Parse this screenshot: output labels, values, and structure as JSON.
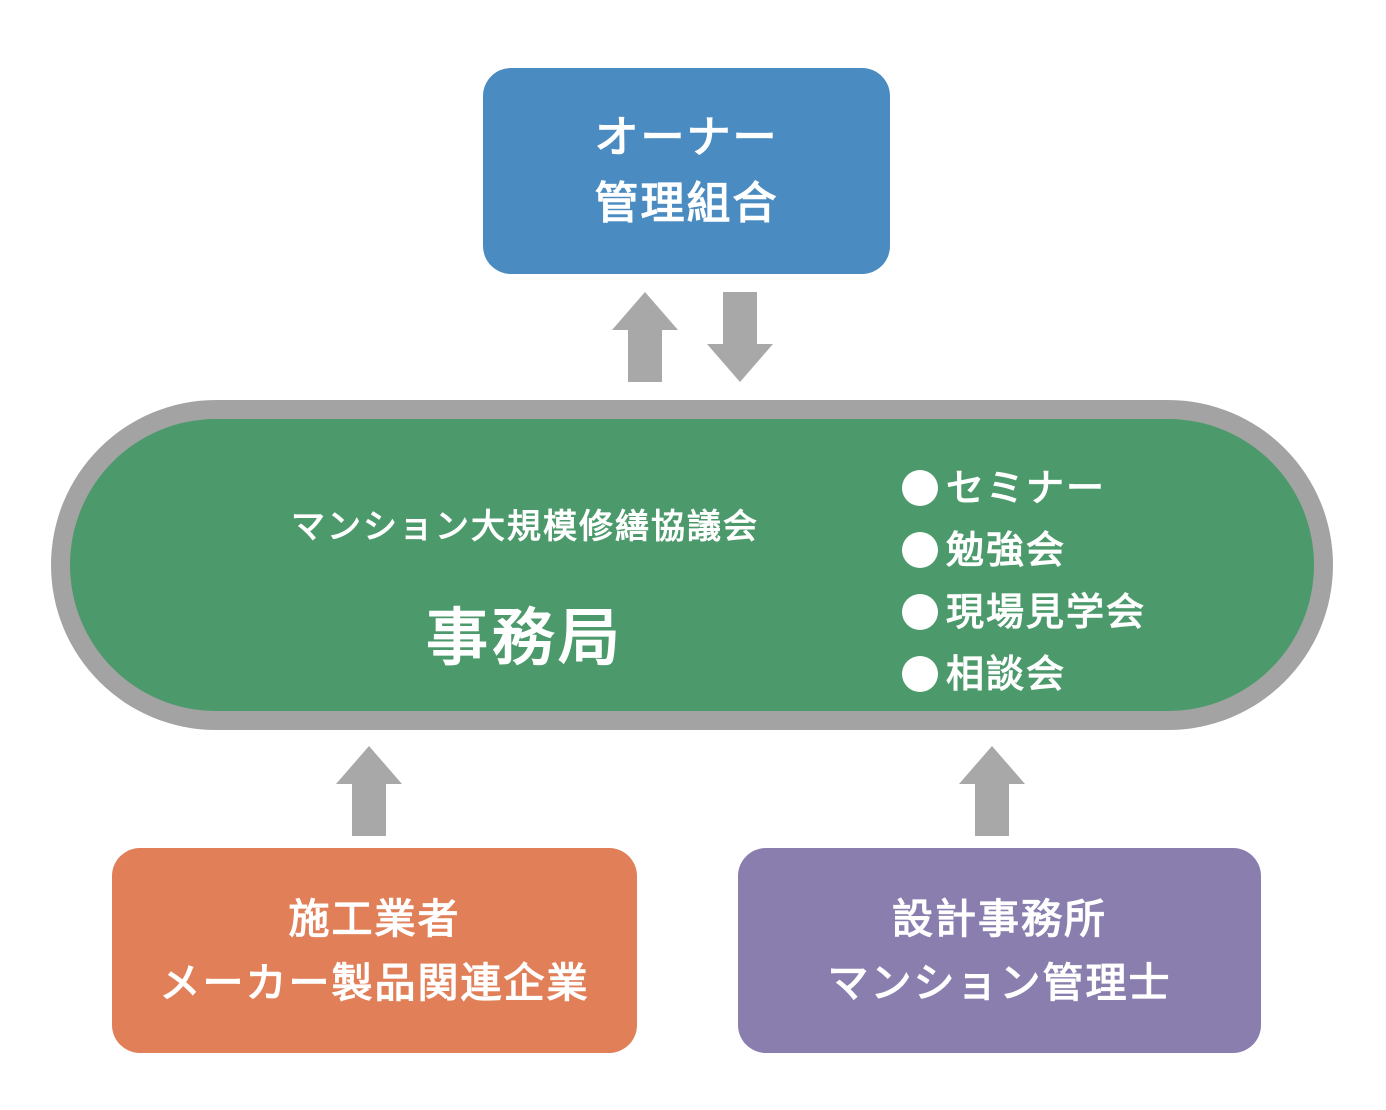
{
  "owner_box": {
    "line1": "オーナー",
    "line2": "管理組合",
    "color": "#4a8bc1"
  },
  "secretariat": {
    "organization": "マンション大規模修繕協議会",
    "title": "事務局",
    "activities": [
      "セミナー",
      "勉強会",
      "現場見学会",
      "相談会"
    ],
    "fill_color": "#4c9a6b",
    "border_color": "#a3a3a3"
  },
  "contractor_box": {
    "line1": "施工業者",
    "line2": "メーカー製品関連企業",
    "color": "#e07f58"
  },
  "design_box": {
    "line1": "設計事務所",
    "line2": "マンション管理士",
    "color": "#8a7eae"
  },
  "arrow_color": "#a8a8a8"
}
